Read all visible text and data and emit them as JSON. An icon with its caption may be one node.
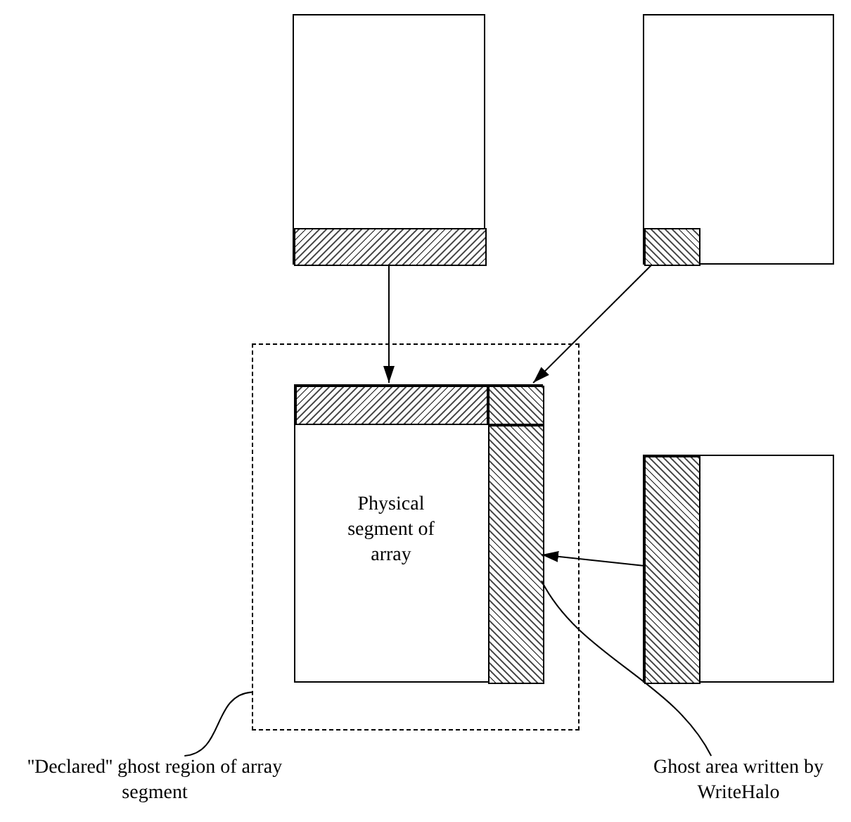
{
  "diagram": {
    "nodes": [
      {
        "text": [],
        "shape": "box"
      },
      {
        "text": [],
        "shape": "bar",
        "in": 0
      },
      {
        "text": [],
        "shape": "box"
      },
      {
        "text": [],
        "shape": "bar",
        "in": 2
      },
      {
        "text": [],
        "shape": "box"
      },
      {
        "text": [
          "Physical segment of array"
        ],
        "in": 4
      },
      {
        "text": [],
        "shape": "bar",
        "in": 5
      },
      {
        "text": [],
        "shape": "bar",
        "in": 5
      },
      {
        "text": [],
        "shape": "bar",
        "in": 5
      },
      {
        "text": [],
        "shape": "box"
      },
      {
        "text": [],
        "shape": "bar",
        "in": 9
      },
      {
        "text": [
          "''Declared'' ghost region of array segment"
        ]
      },
      {
        "text": [
          "Ghost area written by WriteHalo"
        ]
      }
    ],
    "edges": [
      {
        "from": 1,
        "to": 6,
        "arrow": "to"
      },
      {
        "from": 3,
        "to": 8,
        "arrow": "to"
      },
      {
        "from": 10,
        "to": 7,
        "arrow": "to"
      },
      {
        "from": 11,
        "to": 4,
        "arrow": "none"
      },
      {
        "from": 12,
        "to": 7,
        "arrow": "none"
      }
    ]
  }
}
